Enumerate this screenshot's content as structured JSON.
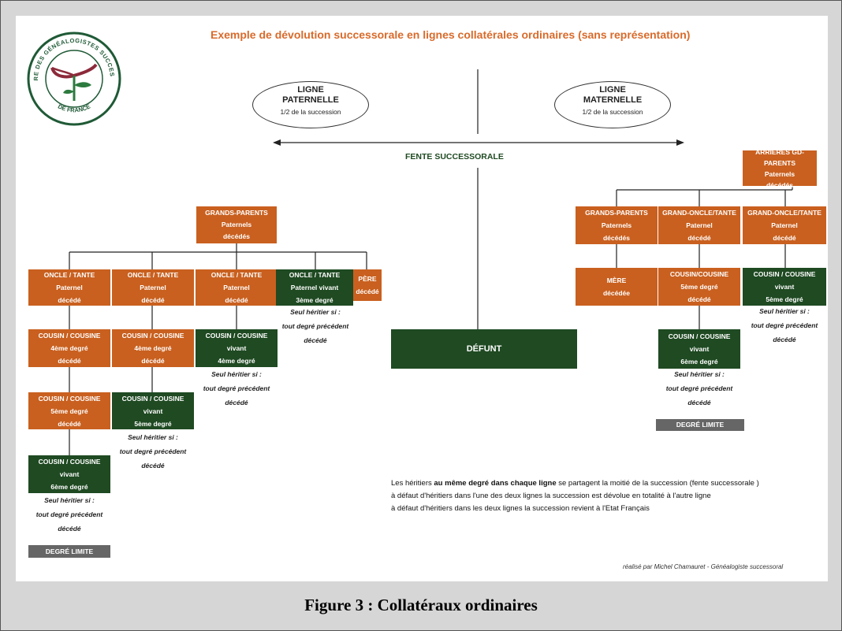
{
  "title": "Exemple de dévolution successorale en lignes collatérales ordinaires (sans représentation)",
  "logo": {
    "text_top": "CHAMBRE DES GÉNÉALOGISTES SUCCESSORAUX",
    "text_bottom": "DE FRANCE",
    "color": "#1f5a36"
  },
  "ellipse_paternal": {
    "l1": "LIGNE",
    "l2": "PATERNELLE",
    "sub": "1/2 de la succession"
  },
  "ellipse_maternal": {
    "l1": "LIGNE",
    "l2": "MATERNELLE",
    "sub": "1/2 de la succession"
  },
  "fente": "FENTE SUCCESSORALE",
  "defunt": "DÉFUNT",
  "boxes": {
    "gp_pat": [
      "GRANDS-PARENTS",
      "Paternels",
      "décédés"
    ],
    "ot1": [
      "ONCLE / TANTE",
      "Paternel",
      "décédé"
    ],
    "ot2": [
      "ONCLE / TANTE",
      "Paternel",
      "décédé"
    ],
    "ot3": [
      "ONCLE / TANTE",
      "Paternel",
      "décédé"
    ],
    "ot4": [
      "ONCLE / TANTE",
      "Paternel vivant",
      "3ème degré"
    ],
    "pere": [
      "PÈRE",
      "décédé"
    ],
    "c1a": [
      "COUSIN / COUSINE",
      "4ème degré",
      "décédé"
    ],
    "c2a": [
      "COUSIN / COUSINE",
      "4ème degré",
      "décédé"
    ],
    "c3a": [
      "COUSIN / COUSINE",
      "vivant",
      "4ème degré"
    ],
    "c1b": [
      "COUSIN / COUSINE",
      "5ème degré",
      "décédé"
    ],
    "c2b": [
      "COUSIN / COUSINE",
      "vivant",
      "5ème degré"
    ],
    "c1c": [
      "COUSIN / COUSINE",
      "vivant",
      "6ème degré"
    ],
    "agp": [
      "ARRIÈRES GD-PARENTS",
      "Paternels",
      "décédés"
    ],
    "gp_mat": [
      "GRANDS-PARENTS",
      "Paternels",
      "décédés"
    ],
    "go1": [
      "GRAND-ONCLE/TANTE",
      "Paternel",
      "décédé"
    ],
    "go2": [
      "GRAND-ONCLE/TANTE",
      "Paternel",
      "décédé"
    ],
    "mere": [
      "MÈRE",
      "décédée"
    ],
    "mc1": [
      "COUSIN/COUSINE",
      "5ème degré",
      "décédé"
    ],
    "mc2": [
      "COUSIN / COUSINE",
      "vivant",
      "5ème degré"
    ],
    "mc3": [
      "COUSIN / COUSINE",
      "vivant",
      "6ème degré"
    ]
  },
  "note_lines": [
    "Seul héritier si :",
    "tout degré précédent",
    "décédé"
  ],
  "degre_limite": "DEGRÉ LIMITE",
  "legend": {
    "line1_a": "Les héritiers ",
    "line1_b": "au même degré dans chaque ligne",
    "line1_c": " se partagent la moitié de la succession (fente successorale )",
    "line2": "à défaut d'héritiers dans l'une des deux lignes la succession est dévolue en totalité à l'autre ligne",
    "line3": "à défaut d'héritiers dans les deux lignes la succession revient à l'Etat Français"
  },
  "credit": "réalisé par Michel Chamauret - Généalogiste successoral",
  "caption": "Figure 3 : Collatéraux ordinaires",
  "colors": {
    "orange": "#c9601f",
    "green": "#1f4a22",
    "gray": "#666666",
    "title": "#d96a2a"
  }
}
